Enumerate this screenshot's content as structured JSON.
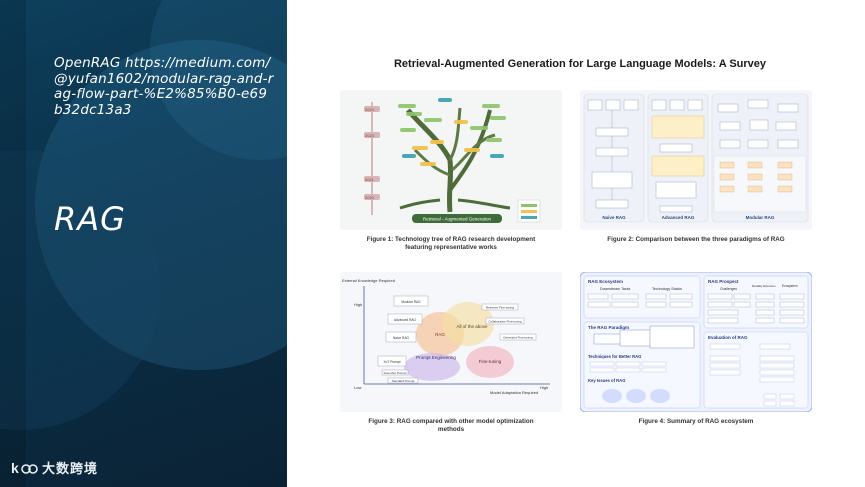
{
  "slide": {
    "reference": "OpenRAG https://medium.com/@yufan1602/modular-rag-and-rag-flow-part-%E2%85%B0-e69b32dc13a3",
    "title": "RAG"
  },
  "brand": {
    "name": "大数跨境",
    "logo": "k-logo-icon"
  },
  "paper": {
    "title": "Retrieval-Augmented Generation for Large Language Models: A Survey"
  },
  "figures": [
    {
      "caption": "Figure 1: Technology tree of RAG research development featuring representative works",
      "inner": {
        "banner": "Retrieval - Augmented Generation",
        "years": [
          "2024",
          "2023",
          "2021",
          "2020"
        ]
      }
    },
    {
      "caption": "Figure 2: Comparison between the three paradigms of RAG",
      "inner": {
        "labels": [
          "Naive RAG",
          "Advanced RAG",
          "Modular RAG"
        ]
      }
    },
    {
      "caption": "Figure 3: RAG compared with other model optimization methods",
      "inner": {
        "y_axis": "External Knowledge Required",
        "x_axis": "Model Adaptation Required",
        "high_y": "High",
        "low": "Low",
        "high_x": "High",
        "bubbles": [
          "RAG",
          "All of the above",
          "Prompt Engineering",
          "Fine-tuning"
        ],
        "boxes": [
          "Modular RAG",
          "Advanced RAG",
          "Naive RAG",
          "XoT Prompt",
          "Few-shot Prompt",
          "Standard Prompt",
          "Retriever Fine-tuning",
          "Collaborative Fine-tuning",
          "Generator Fine-tuning"
        ]
      }
    },
    {
      "caption": "Figure 4: Summary of RAG ecosystem",
      "inner": {
        "sections": [
          "RAG Ecosystem",
          "RAG Prospect",
          "The RAG Paradigm",
          "Techniques for Better RAG",
          "Key Issues of RAG",
          "Evaluation of RAG"
        ],
        "sub": [
          "Downstream Tasks",
          "Technology Stacks",
          "Challenges",
          "Modality Extension",
          "Ecosystem"
        ]
      }
    }
  ]
}
